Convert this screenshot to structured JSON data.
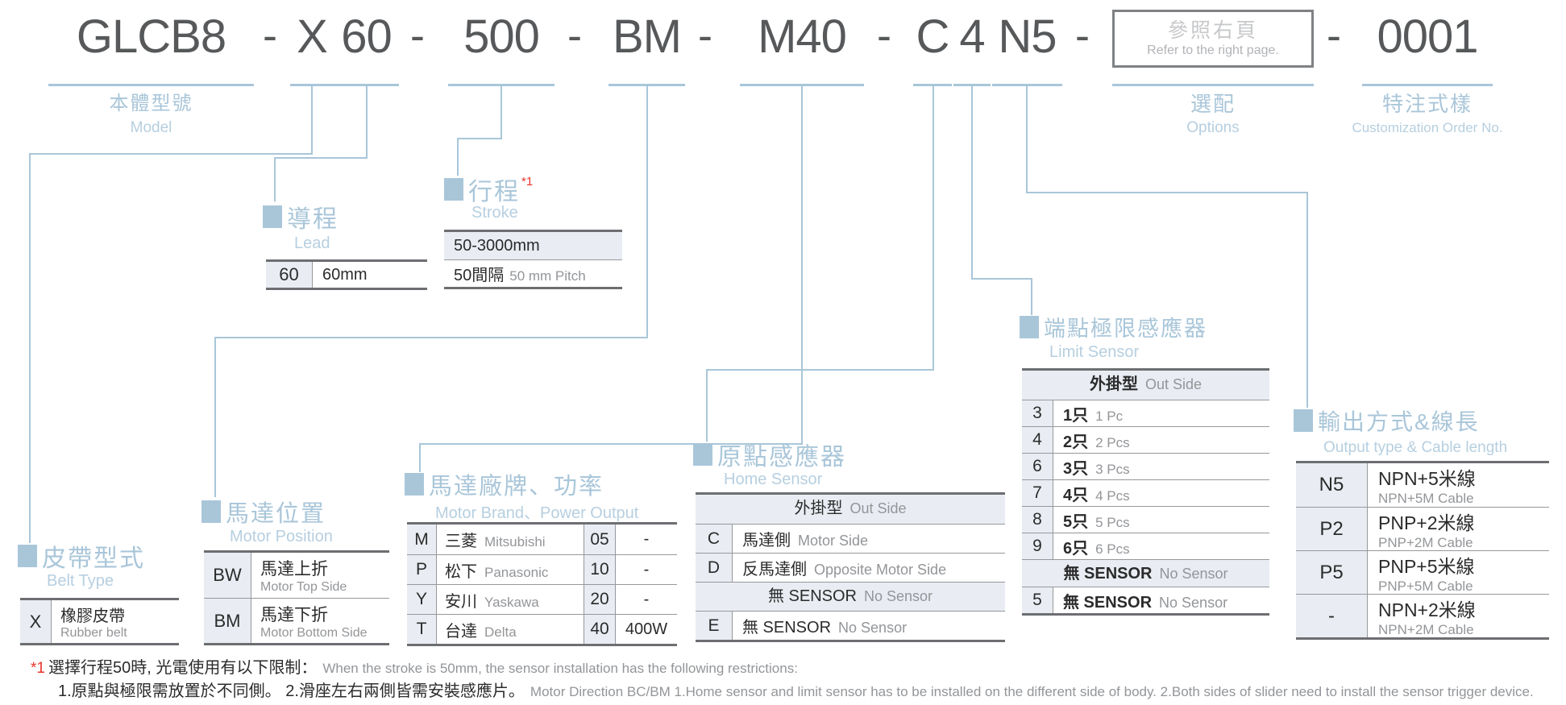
{
  "code": {
    "model": "GLCB8",
    "separator": "-",
    "belt": "X",
    "lead": "60",
    "stroke": "500",
    "motor_position": "BM",
    "motor_brand_power": "M40",
    "home_sensor": "C",
    "limit_sensor": "4",
    "output": "N5",
    "options_box": {
      "zh": "參照右頁",
      "en": "Refer to the right page."
    },
    "custom": "0001"
  },
  "labels": {
    "model": {
      "zh": "本體型號",
      "en": "Model"
    },
    "options": {
      "zh": "選配",
      "en": "Options"
    },
    "custom": {
      "zh": "特注式樣",
      "en": "Customization Order No."
    }
  },
  "belt_type": {
    "title_zh": "皮帶型式",
    "title_en": "Belt Type",
    "rows": [
      {
        "code": "X",
        "zh": "橡膠皮帶",
        "en": "Rubber belt"
      }
    ]
  },
  "lead": {
    "title_zh": "導程",
    "title_en": "Lead",
    "rows": [
      {
        "code": "60",
        "value": "60mm"
      }
    ]
  },
  "stroke": {
    "title_zh": "行程",
    "title_en": "Stroke",
    "footnote_ref": "*1",
    "range": "50-3000mm",
    "pitch_zh": "50間隔",
    "pitch_en": "50 mm Pitch"
  },
  "motor_position": {
    "title_zh": "馬達位置",
    "title_en": "Motor Position",
    "rows": [
      {
        "code": "BW",
        "zh": "馬達上折",
        "en": "Motor Top Side"
      },
      {
        "code": "BM",
        "zh": "馬達下折",
        "en": "Motor Bottom Side"
      }
    ]
  },
  "motor_brand": {
    "title_zh": "馬達廠牌、功率",
    "title_en": "Motor Brand、Power Output",
    "rows": [
      {
        "code": "M",
        "zh": "三菱",
        "en": "Mitsubishi",
        "power_code": "05",
        "power": "-"
      },
      {
        "code": "P",
        "zh": "松下",
        "en": "Panasonic",
        "power_code": "10",
        "power": "-"
      },
      {
        "code": "Y",
        "zh": "安川",
        "en": "Yaskawa",
        "power_code": "20",
        "power": "-"
      },
      {
        "code": "T",
        "zh": "台達",
        "en": "Delta",
        "power_code": "40",
        "power": "400W"
      }
    ]
  },
  "home_sensor": {
    "title_zh": "原點感應器",
    "title_en": "Home Sensor",
    "header_zh": "外掛型",
    "header_en": "Out Side",
    "rows": [
      {
        "code": "C",
        "zh": "馬達側",
        "en": "Motor Side"
      },
      {
        "code": "D",
        "zh": "反馬達側",
        "en": "Opposite Motor Side"
      }
    ],
    "no_sensor_zh": "無 SENSOR",
    "no_sensor_en": "No Sensor",
    "no_sensor_row": {
      "code": "E",
      "zh": "無 SENSOR",
      "en": "No Sensor"
    }
  },
  "limit_sensor": {
    "title_zh": "端點極限感應器",
    "title_en": "Limit Sensor",
    "header_zh": "外掛型",
    "header_en": "Out Side",
    "rows": [
      {
        "code": "3",
        "zh": "1只",
        "en": "1 Pc"
      },
      {
        "code": "4",
        "zh": "2只",
        "en": "2 Pcs"
      },
      {
        "code": "6",
        "zh": "3只",
        "en": "3 Pcs"
      },
      {
        "code": "7",
        "zh": "4只",
        "en": "4 Pcs"
      },
      {
        "code": "8",
        "zh": "5只",
        "en": "5 Pcs"
      },
      {
        "code": "9",
        "zh": "6只",
        "en": "6 Pcs"
      }
    ],
    "no_sensor_zh": "無 SENSOR",
    "no_sensor_en": "No Sensor",
    "no_sensor_row": {
      "code": "5",
      "zh": "無 SENSOR",
      "en": "No Sensor"
    }
  },
  "output_type": {
    "title_zh": "輸出方式&線長",
    "title_en": "Output type & Cable length",
    "rows": [
      {
        "code": "N5",
        "zh": "NPN+5米線",
        "en": "NPN+5M Cable"
      },
      {
        "code": "P2",
        "zh": "PNP+2米線",
        "en": "PNP+2M Cable"
      },
      {
        "code": "P5",
        "zh": "PNP+5米線",
        "en": "PNP+5M Cable"
      },
      {
        "code": "-",
        "zh": "NPN+2米線",
        "en": "NPN+2M Cable"
      }
    ]
  },
  "footnotes": {
    "marker": "*1",
    "line1_zh": "選擇行程50時, 光電使用有以下限制：",
    "line1_en": "When the stroke is 50mm, the sensor installation has  the following restrictions:",
    "line2_zh": "1.原點與極限需放置於不同側。 2.滑座左右兩側皆需安裝感應片。",
    "line2_en": "Motor Direction BC/BM 1.Home sensor and limit sensor has to be installed on the different side of body.  2.Both sides of slider need to install the sensor trigger device."
  },
  "colors": {
    "accent_blue": "#a9c6d9",
    "accent_blue_light": "#b6cfe0",
    "code_text": "#56585a",
    "table_border_dark": "#6d6e71",
    "table_border_light": "#96989b",
    "cell_bg": "#e9edf3",
    "text_dark": "#2b2b2b",
    "text_gray": "#939598",
    "note_red": "#e8342c",
    "box_text_gray": "#c7c8ca"
  }
}
